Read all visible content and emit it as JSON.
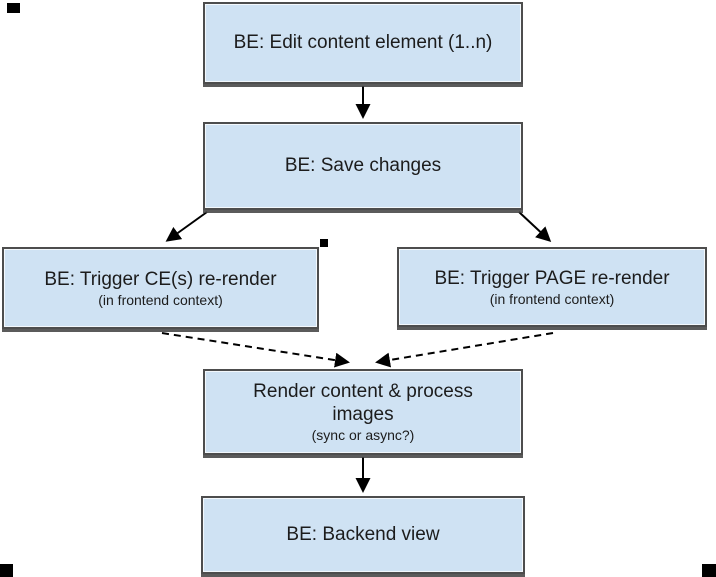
{
  "diagram": {
    "type": "flowchart",
    "colors": {
      "background": "#ffffff",
      "node_fill": "#cfe2f3",
      "node_border": "#4d4d4d",
      "text": "#1c1c1c",
      "connector": "#000000"
    },
    "nodes": [
      {
        "id": "edit",
        "label": "BE: Edit content element (1..n)",
        "sub": ""
      },
      {
        "id": "save",
        "label": "BE: Save changes",
        "sub": ""
      },
      {
        "id": "trigger-ce",
        "label": "BE: Trigger CE(s) re-render",
        "sub": "(in frontend context)"
      },
      {
        "id": "trigger-page",
        "label": "BE: Trigger PAGE re-render",
        "sub": "(in frontend context)"
      },
      {
        "id": "render",
        "label": "Render content & process images",
        "sub": "(sync or async?)"
      },
      {
        "id": "backend",
        "label": "BE: Backend view",
        "sub": ""
      }
    ],
    "edges": [
      {
        "from": "edit",
        "to": "save",
        "style": "solid"
      },
      {
        "from": "save",
        "to": "trigger-ce",
        "style": "solid"
      },
      {
        "from": "save",
        "to": "trigger-page",
        "style": "solid"
      },
      {
        "from": "trigger-ce",
        "to": "render",
        "style": "dashed"
      },
      {
        "from": "trigger-page",
        "to": "render",
        "style": "dashed"
      },
      {
        "from": "render",
        "to": "backend",
        "style": "solid"
      }
    ]
  }
}
